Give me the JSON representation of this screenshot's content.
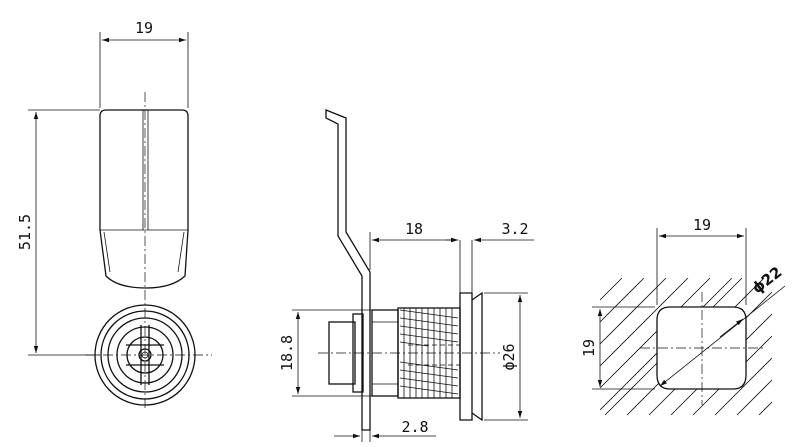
{
  "views": {
    "front": {
      "width_label": "19",
      "height_label": "51.5"
    },
    "side": {
      "length_label": "18",
      "flange_label": "3.2",
      "hex_label": "18.8",
      "diameter_label": "ϕ26",
      "plate_label": "2.8"
    },
    "cutout": {
      "width_label": "19",
      "height_label": "19",
      "diameter_label": "ϕ22"
    }
  }
}
